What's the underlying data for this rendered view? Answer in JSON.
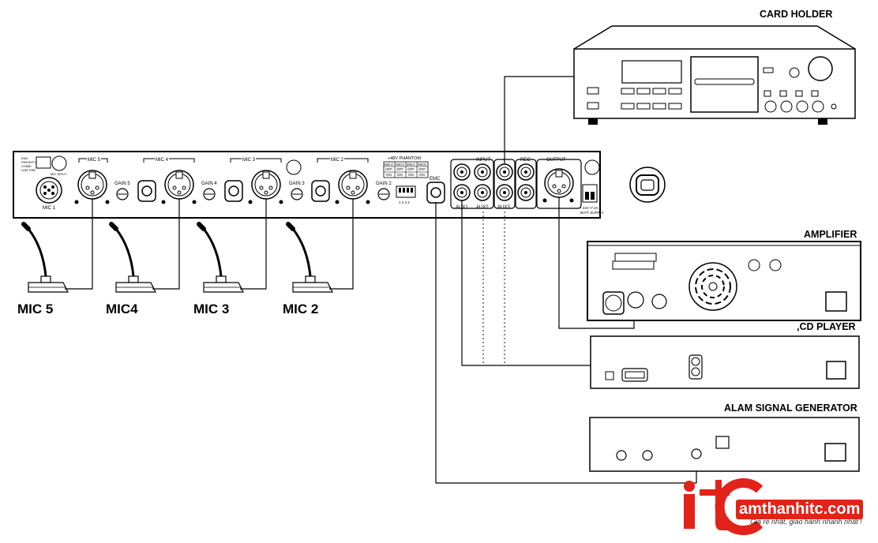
{
  "devices": {
    "card_holder": "CARD HOLDER",
    "amplifier": "AMPLIFIER",
    "cd_player": ",CD PLAYER",
    "alarm_generator": "ALAM SIGNAL GENERATOR"
  },
  "mics": [
    "MIC 5",
    "MIC4",
    "MIC 3",
    "MIC 2"
  ],
  "panel": {
    "mic1": "MIC 1",
    "mic5": "MIC 5",
    "mic4": "MIC 4",
    "mic3": "MIC 3",
    "mic2": "MIC 2",
    "gain5": "GAIN 5",
    "gain4": "GAIN 4",
    "gain3": "GAIN 3",
    "gain2": "GAIN 2",
    "phantom": "+48V PHANTOM",
    "phantom_cols": [
      "MIC4",
      "MIC3",
      "MIC4",
      "MIC5"
    ],
    "phantom_off": "OFF",
    "phantom_on": "ON",
    "dip_nums": "1 2 3 4",
    "emc": "EMC",
    "input": "INPUT",
    "rec": "REC",
    "output": "OUTPUT",
    "aux1": "AUX1",
    "aux2": "AUX2",
    "aux3": "AUX3",
    "batt": "+ 24V /7.2A -",
    "batt2": "BATT SUPPLY",
    "mic_input": "MIC INPUT",
    "emc_small": "EMC",
    "priority": "PRIORITY",
    "chime": "CHIME",
    "line_pre": "LINE PRE"
  },
  "brand": {
    "domain": "amthanhitc.com",
    "tagline": "Giá rẻ nhất, giao hành nhanh nhất !",
    "logo_letters": "itc",
    "color": "#e2231a"
  }
}
